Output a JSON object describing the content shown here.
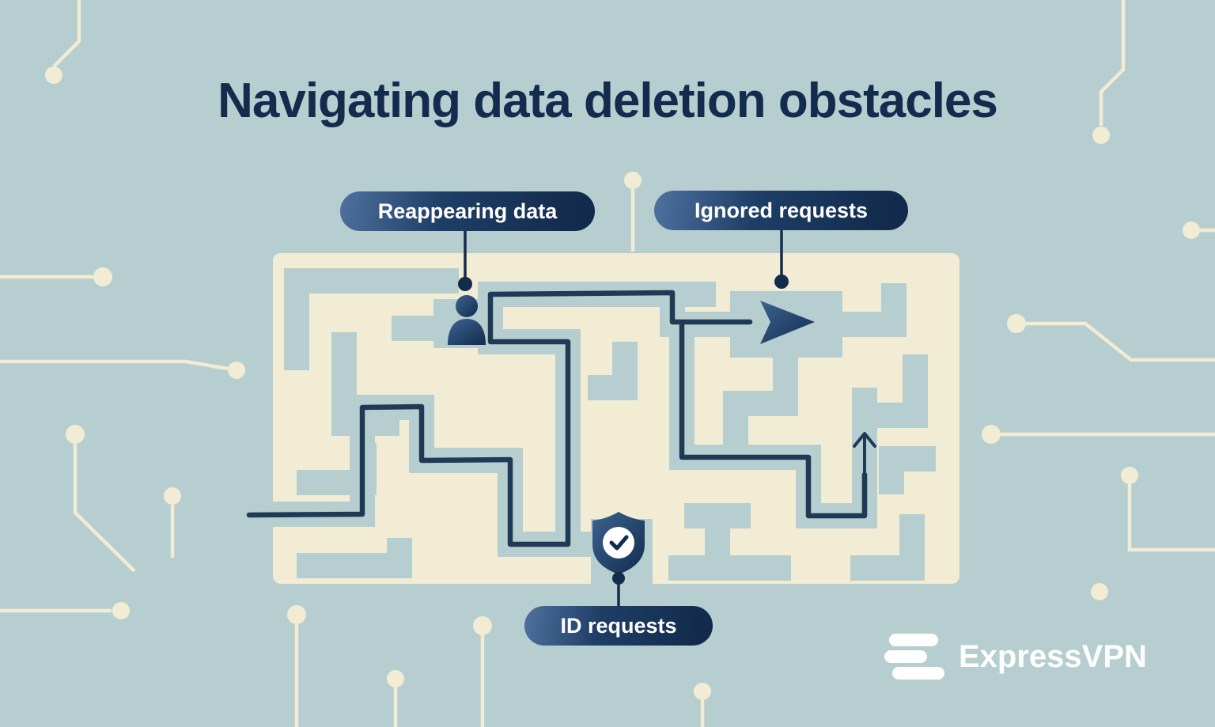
{
  "title": "Navigating data deletion obstacles",
  "callouts": [
    {
      "id": "reappearing-data",
      "label": "Reappearing data",
      "icon": "person-icon"
    },
    {
      "id": "ignored-requests",
      "label": "Ignored requests",
      "icon": "paper-plane-icon"
    },
    {
      "id": "id-requests",
      "label": "ID requests",
      "icon": "shield-check-icon"
    }
  ],
  "brand": {
    "name": "ExpressVPN",
    "icon": "expressvpn-logo-icon"
  },
  "colors": {
    "background": "#b7ced0",
    "maze_wall": "#f1ecd3",
    "navy": "#132c4e",
    "path": "#1e3a54",
    "label_text": "#ffffff"
  },
  "diagram": {
    "type": "maze-infographic",
    "obstacles": [
      "Reappearing data",
      "Ignored requests",
      "ID requests"
    ]
  }
}
